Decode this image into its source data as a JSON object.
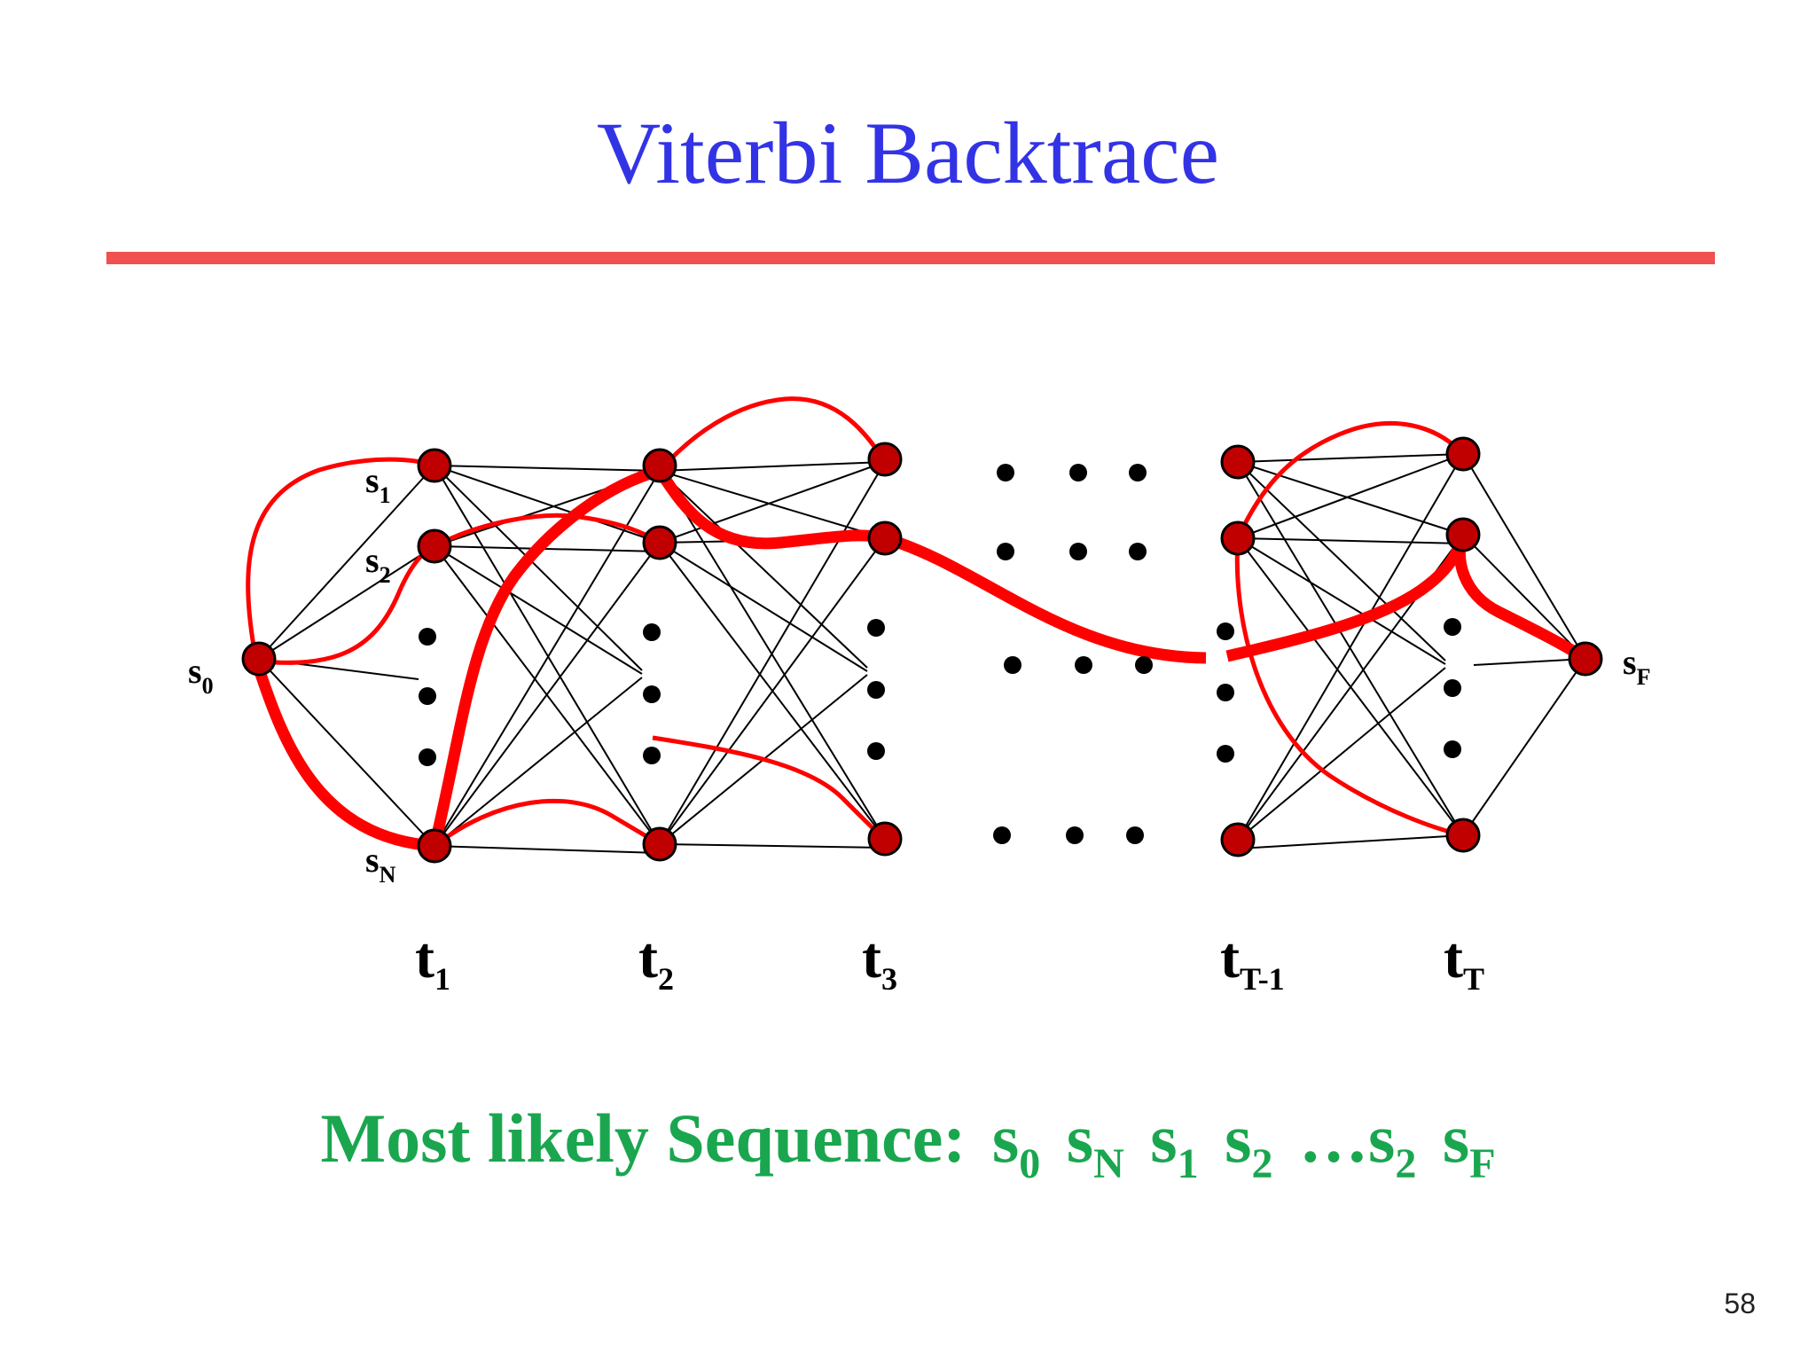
{
  "slide": {
    "title": "Viterbi Backtrace",
    "page_number": "58",
    "colors": {
      "title": "#3333e6",
      "rule": "#f15050",
      "result": "#1aa64f",
      "node_fill": "#c00000",
      "backtrace_path": "#ff0000",
      "transition_edge": "#000000"
    }
  },
  "diagram": {
    "state_labels": {
      "s0": {
        "base": "s",
        "sub": "0"
      },
      "s1": {
        "base": "s",
        "sub": "1"
      },
      "s2": {
        "base": "s",
        "sub": "2"
      },
      "sN": {
        "base": "s",
        "sub": "N"
      },
      "sF": {
        "base": "s",
        "sub": "F"
      }
    },
    "time_labels": [
      {
        "base": "t",
        "sub": "1"
      },
      {
        "base": "t",
        "sub": "2"
      },
      {
        "base": "t",
        "sub": "3"
      },
      {
        "base": "t",
        "sub": "T-1"
      },
      {
        "base": "t",
        "sub": "T"
      }
    ]
  },
  "result": {
    "label": "Most likely Sequence:",
    "sequence": [
      {
        "base": "s",
        "sub": "0"
      },
      {
        "base": "s",
        "sub": "N"
      },
      {
        "base": "s",
        "sub": "1"
      },
      {
        "base": "s",
        "sub": "2"
      },
      {
        "base": "…s",
        "sub": "2"
      },
      {
        "base": "s",
        "sub": "F"
      }
    ]
  }
}
